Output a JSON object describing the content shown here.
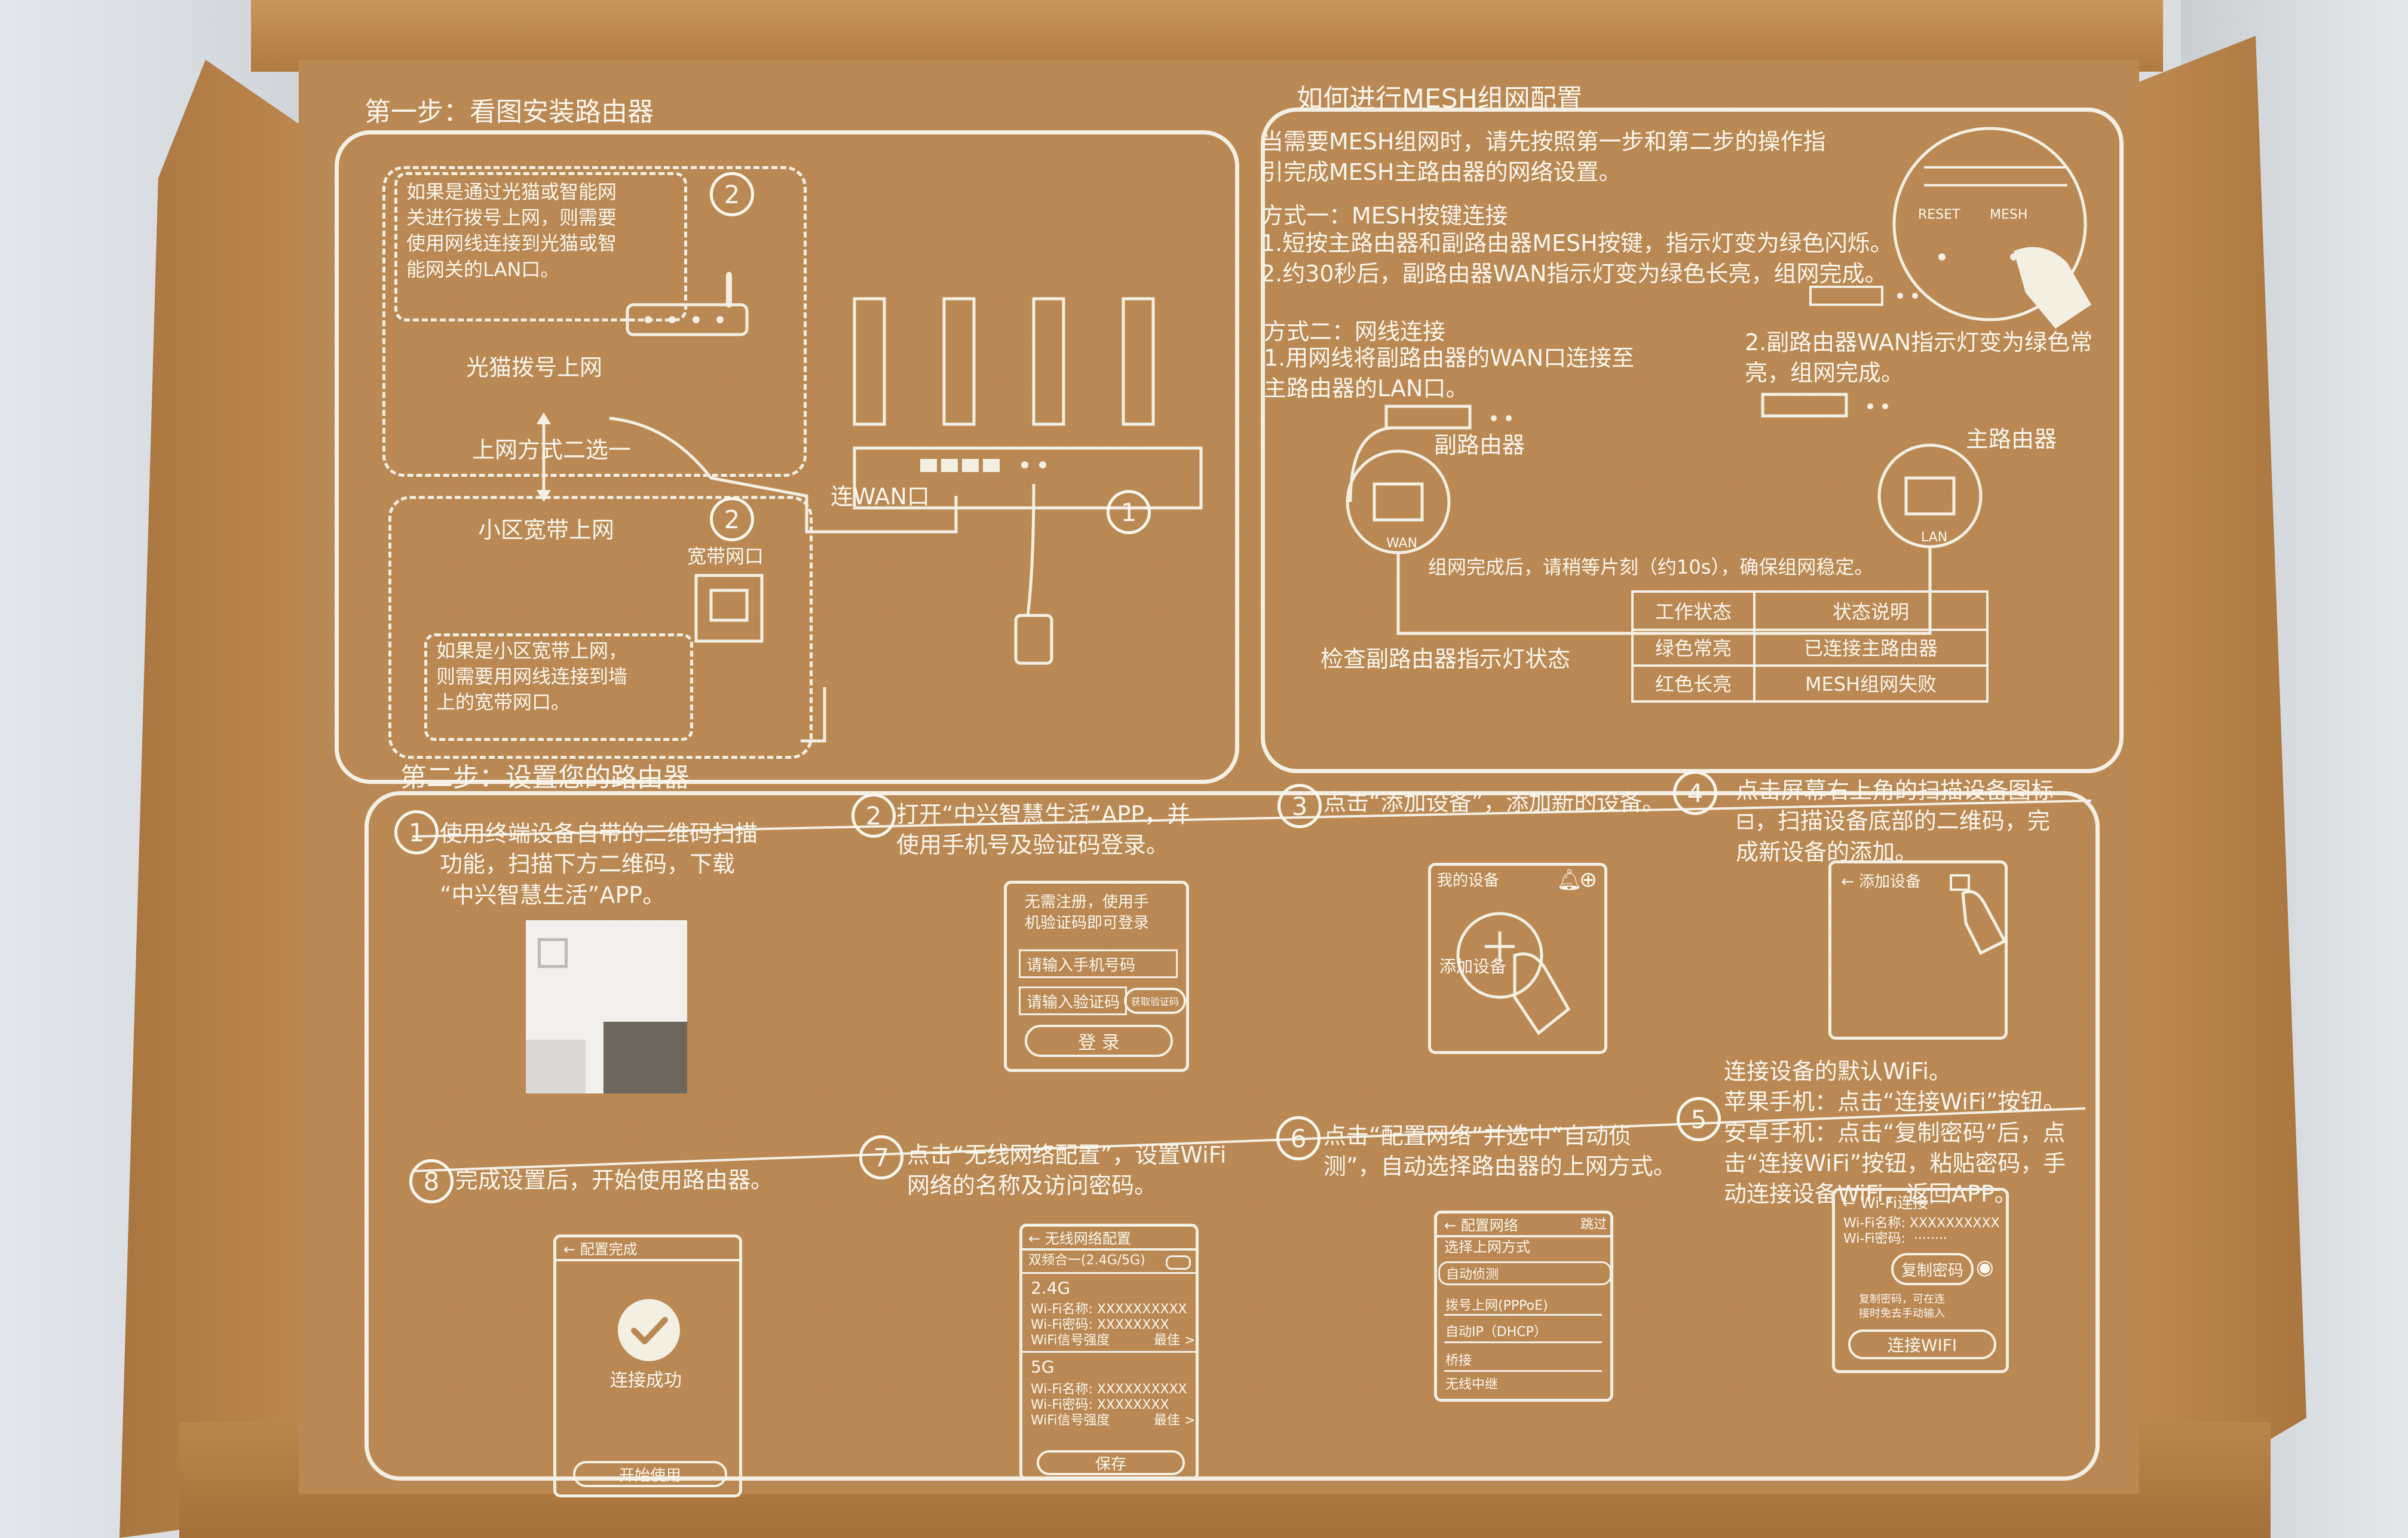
{
  "step1": {
    "title": "第一步：看图安装路由器",
    "note_top": "如果是通过光猫或智能网\n关进行拨号上网，则需要\n使用网线连接到光猫或智\n能网关的LAN口。",
    "label_modem": "光猫拨号上网",
    "label_choose": "上网方式二选一",
    "label_broadband": "小区宽带上网",
    "label_port": "宽带网口",
    "note_bottom": "如果是小区宽带上网，\n则需要用网线连接到墙\n上的宽带网口。",
    "label_wan": "连WAN口",
    "badges": [
      "2",
      "2",
      "1"
    ]
  },
  "mesh": {
    "title": "如何进行MESH组网配置",
    "intro": "当需要MESH组网时，请先按照第一步和第二步的操作指\n引完成MESH主路由器的网络设置。",
    "m1_title": "方式一：MESH按键连接",
    "m1_text": "1.短按主路由器和副路由器MESH按键，指示灯变为绿色闪烁。\n2.约30秒后，副路由器WAN指示灯变为绿色长亮，组网完成。",
    "reset": "RESET",
    "mesh_btn": "MESH",
    "m2_title": "方式二：网线连接",
    "m2_text1": "1.用网线将副路由器的WAN口连接至\n主路由器的LAN口。",
    "m2_text2": "2.副路由器WAN指示灯变为绿色常\n亮，组网完成。",
    "sub_router": "副路由器",
    "main_router": "主路由器",
    "wan": "WAN",
    "lan": "LAN",
    "wait_note": "组网完成后，请稍等片刻（约10s），确保组网稳定。",
    "check": "检查副路由器指示灯状态",
    "table": {
      "headers": [
        "工作状态",
        "状态说明"
      ],
      "rows": [
        [
          "绿色常亮",
          "已连接主路由器"
        ],
        [
          "红色长亮",
          "MESH组网失败"
        ]
      ]
    }
  },
  "step2": {
    "title": "第二步：设置您的路由器",
    "s1_num": "1",
    "s1": "使用终端设备自带的二维码扫描\n功能，扫描下方二维码，下载\n“中兴智慧生活”APP。",
    "s2_num": "2",
    "s2": "打开“中兴智慧生活”APP，并\n使用手机号及验证码登录。",
    "login": {
      "tip": "无需注册，使用手\n机验证码即可登录",
      "phone_ph": "请输入手机号码",
      "code_ph": "请输入验证码",
      "get_code": "获取验证码",
      "login_btn": "登 录"
    },
    "s3_num": "3",
    "s3": "点击“添加设备”，添加新的设备。",
    "my_device": "我的设备",
    "add_device": "添加设备",
    "s4_num": "4",
    "s4": "点击屏幕右上角的扫描设备图标\n⊟，扫描设备底部的二维码，完\n成新设备的添加。",
    "add_device_back": "← 添加设备",
    "s5_num": "5",
    "s5": "连接设备的默认WiFi。\n苹果手机：点击“连接WiFi”按钮。\n安卓手机：点击“复制密码”后，点\n击“连接WiFi”按钮，粘贴密码，手\n动连接设备WiFi，返回APP。",
    "wifi": {
      "title": "← Wi-Fi连接",
      "name": "Wi-Fi名称: XXXXXXXXXX",
      "pwd": "Wi-Fi密码:  ········",
      "copy": "复制密码",
      "hint": "复制密码，可在连\n接时免去手动输入",
      "connect": "连接WIFI"
    },
    "s6_num": "6",
    "s6": "点击“配置网络”并选中“自动侦\n测”，自动选择路由器的上网方式。",
    "net": {
      "title": "← 配置网络",
      "skip": "跳过",
      "choose": "选择上网方式",
      "options": [
        "自动侦测",
        "拨号上网(PPPoE)",
        "自动IP（DHCP）",
        "桥接",
        "无线中继"
      ]
    },
    "s7_num": "7",
    "s7": "点击“无线网络配置”，设置WiFi\n网络的名称及访问密码。",
    "wlan": {
      "title": "← 无线网络配置",
      "dual": "双频合一(2.4G/5G)",
      "b24": "2.4G",
      "b5": "5G",
      "name": "Wi-Fi名称: XXXXXXXXXX",
      "pwd": "Wi-Fi密码: XXXXXXXX",
      "signal": "WiFi信号强度",
      "best": "最佳 >",
      "save": "保存"
    },
    "s8_num": "8",
    "s8": "完成设置后，开始使用路由器。",
    "done": {
      "title": "← 配置完成",
      "ok": "连接成功",
      "start": "开始使用"
    }
  }
}
